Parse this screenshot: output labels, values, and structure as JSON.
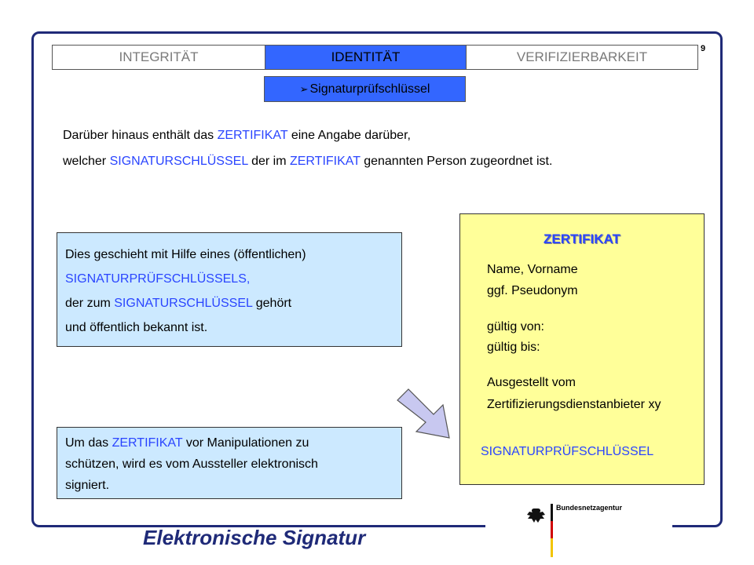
{
  "page_number": "9",
  "tabs": [
    "INTEGRITÄT",
    "IDENTITÄT",
    "VERIFIZIERBARKEIT"
  ],
  "subtab": "Signaturprüfschlüssel",
  "intro": {
    "line1_a": "Darüber hinaus enthält das ",
    "line1_b": "ZERTIFIKAT",
    "line1_c": " eine Angabe darüber,",
    "line2_a": "welcher ",
    "line2_b": "SIGNATURSCHLÜSSEL",
    "line2_c": " der im ",
    "line2_d": "ZERTIFIKAT",
    "line2_e": " genannten Person zugeordnet ist."
  },
  "info_box": {
    "l1": "Dies geschieht mit Hilfe eines (öffentlichen)",
    "l2": "SIGNATURPRÜFSCHLÜSSELS,",
    "l3_a": "der zum ",
    "l3_b": "SIGNATURSCHLÜSSEL",
    "l3_c": " gehört",
    "l4": "und öffentlich bekannt ist."
  },
  "sign_box": {
    "l1_a": "Um das ",
    "l1_b": "ZERTIFIKAT",
    "l1_c": " vor Manipulationen zu",
    "l2": "schützen, wird es vom Aussteller elektronisch",
    "l3": "signiert."
  },
  "certificate": {
    "title": "ZERTIFIKAT",
    "name": "Name, Vorname",
    "pseudonym": "ggf. Pseudonym",
    "valid_from": "gültig von:",
    "valid_to": "gültig bis:",
    "issued_by": "Ausgestellt vom",
    "issuer": "Zertifizierungsdienstanbieter xy",
    "key": "SIGNATURPRÜFSCHLÜSSEL"
  },
  "logo_text": "Bundesnetzagentur",
  "footer_title": "Elektronische Signatur",
  "colors": {
    "highlight": "#2a45ff",
    "active_tab": "#3366ff",
    "info_bg": "#cce9ff",
    "cert_bg": "#ffff99",
    "frame": "#1f2a78"
  }
}
